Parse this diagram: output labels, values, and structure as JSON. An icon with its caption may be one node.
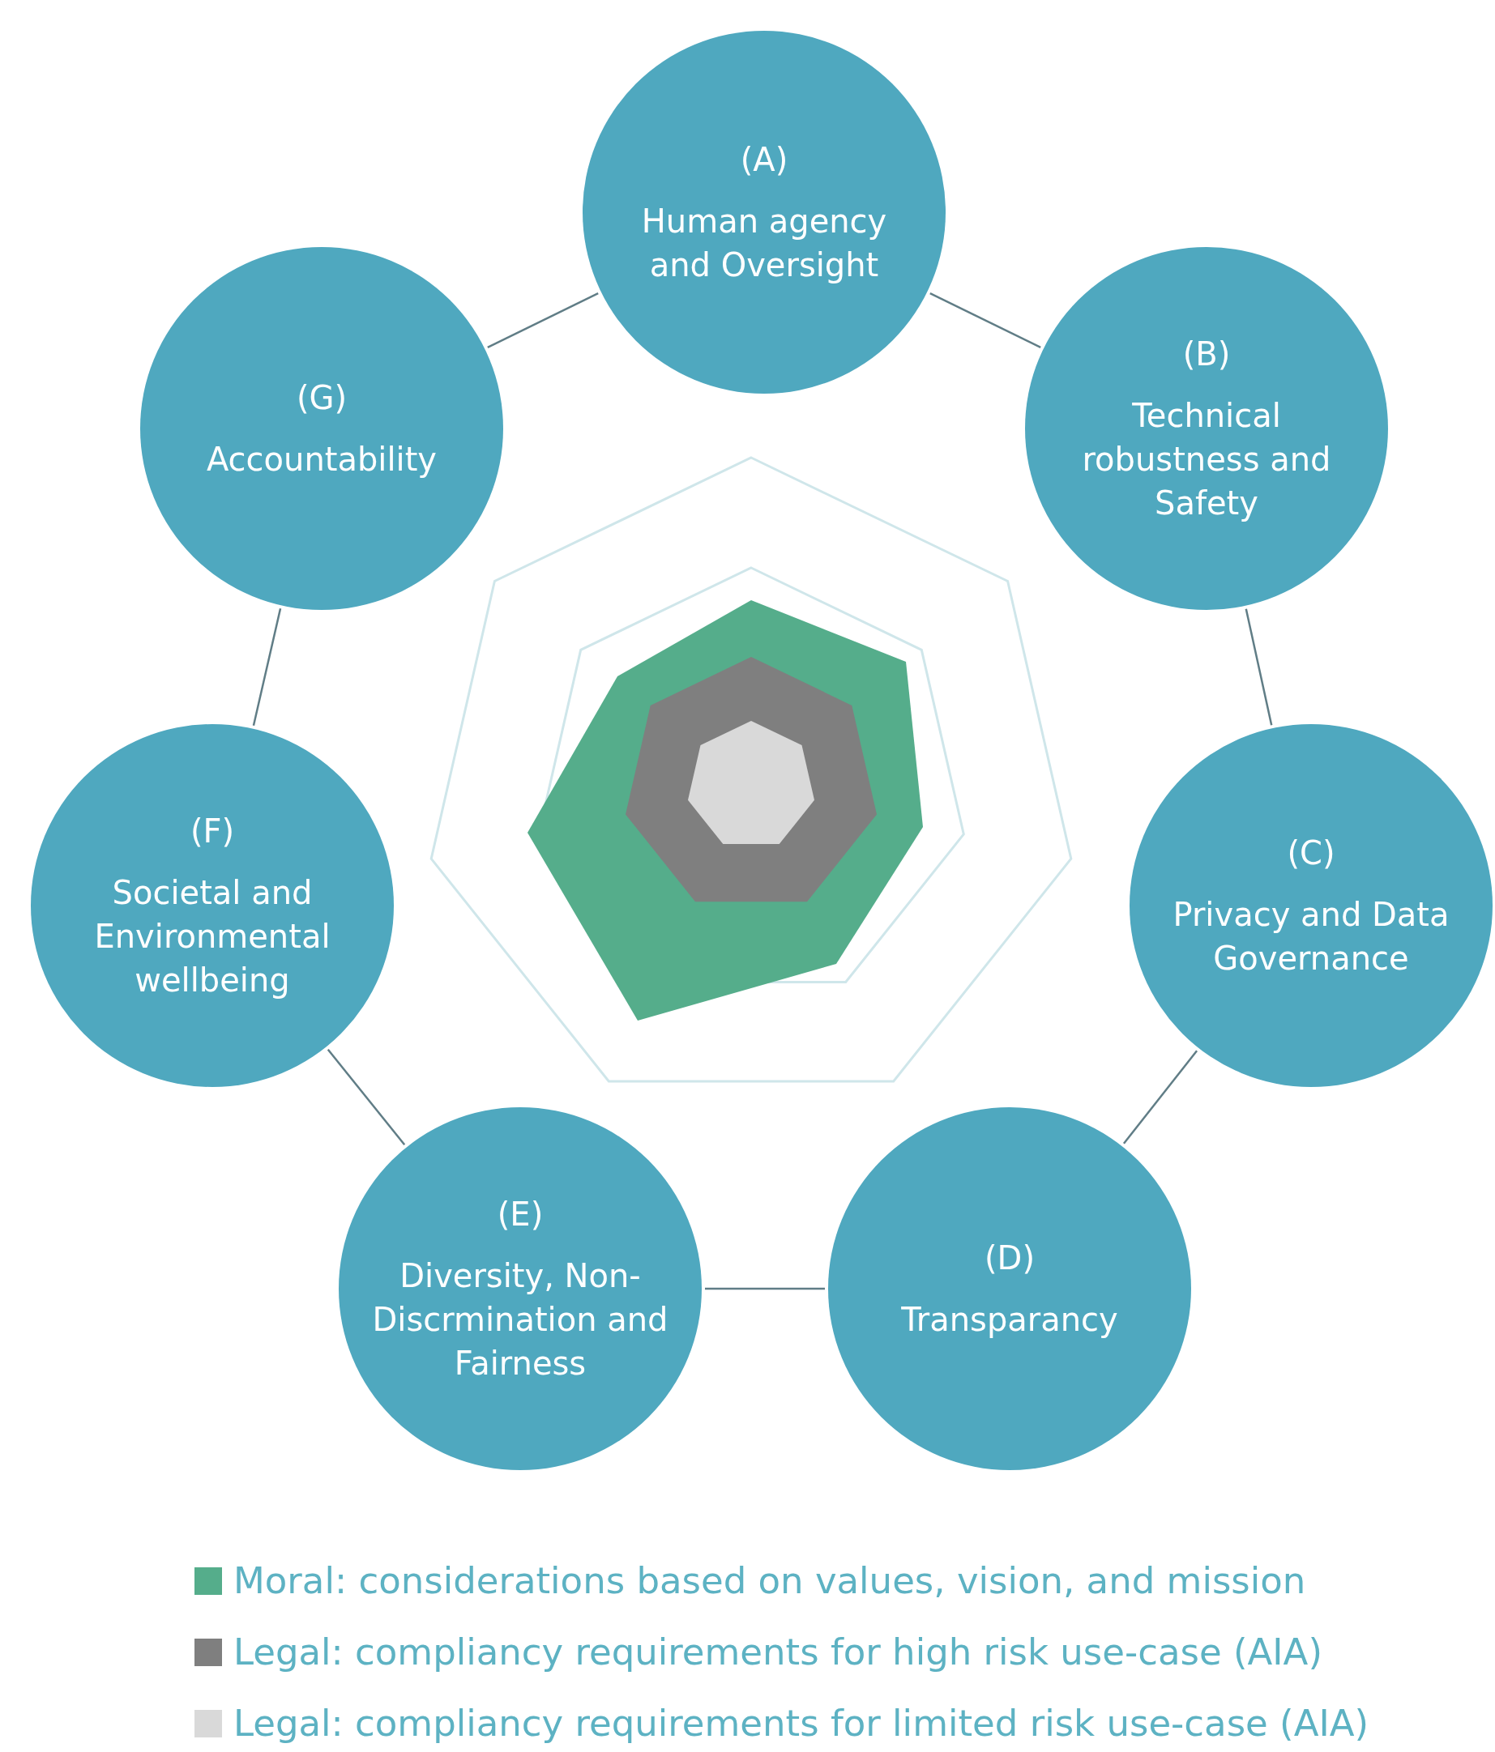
{
  "diagram": {
    "nodes": [
      {
        "text": [
          "(A)",
          "Human agency and Oversight"
        ]
      },
      {
        "text": [
          "(B)",
          "Technical robustness and Safety"
        ]
      },
      {
        "text": [
          "(C)",
          "Privacy and Data Governance"
        ]
      },
      {
        "text": [
          "(D)",
          "Transparancy"
        ]
      },
      {
        "text": [
          "(E)",
          "Diversity, Non-Discrmination and Fairness"
        ]
      },
      {
        "text": [
          "(F)",
          "Societal and Environmental wellbeing"
        ]
      },
      {
        "text": [
          "(G)",
          "Accountability"
        ]
      }
    ],
    "edges": [
      {
        "from": 0,
        "to": 1,
        "arrow": "none"
      },
      {
        "from": 1,
        "to": 2,
        "arrow": "none"
      },
      {
        "from": 2,
        "to": 3,
        "arrow": "none"
      },
      {
        "from": 3,
        "to": 4,
        "arrow": "none"
      },
      {
        "from": 4,
        "to": 5,
        "arrow": "none"
      },
      {
        "from": 5,
        "to": 6,
        "arrow": "none"
      },
      {
        "from": 6,
        "to": 0,
        "arrow": "none"
      }
    ],
    "legend": [
      {
        "text": "Moral: considerations based on values, vision, and mission",
        "color": "#55ad8b"
      },
      {
        "text": "Legal: compliancy requirements for high risk use-case (AIA)",
        "color": "#7f7f7f"
      },
      {
        "text": "Legal: compliancy requirements for limited risk use-case (AIA)",
        "color": "#d9d9d9"
      }
    ]
  }
}
